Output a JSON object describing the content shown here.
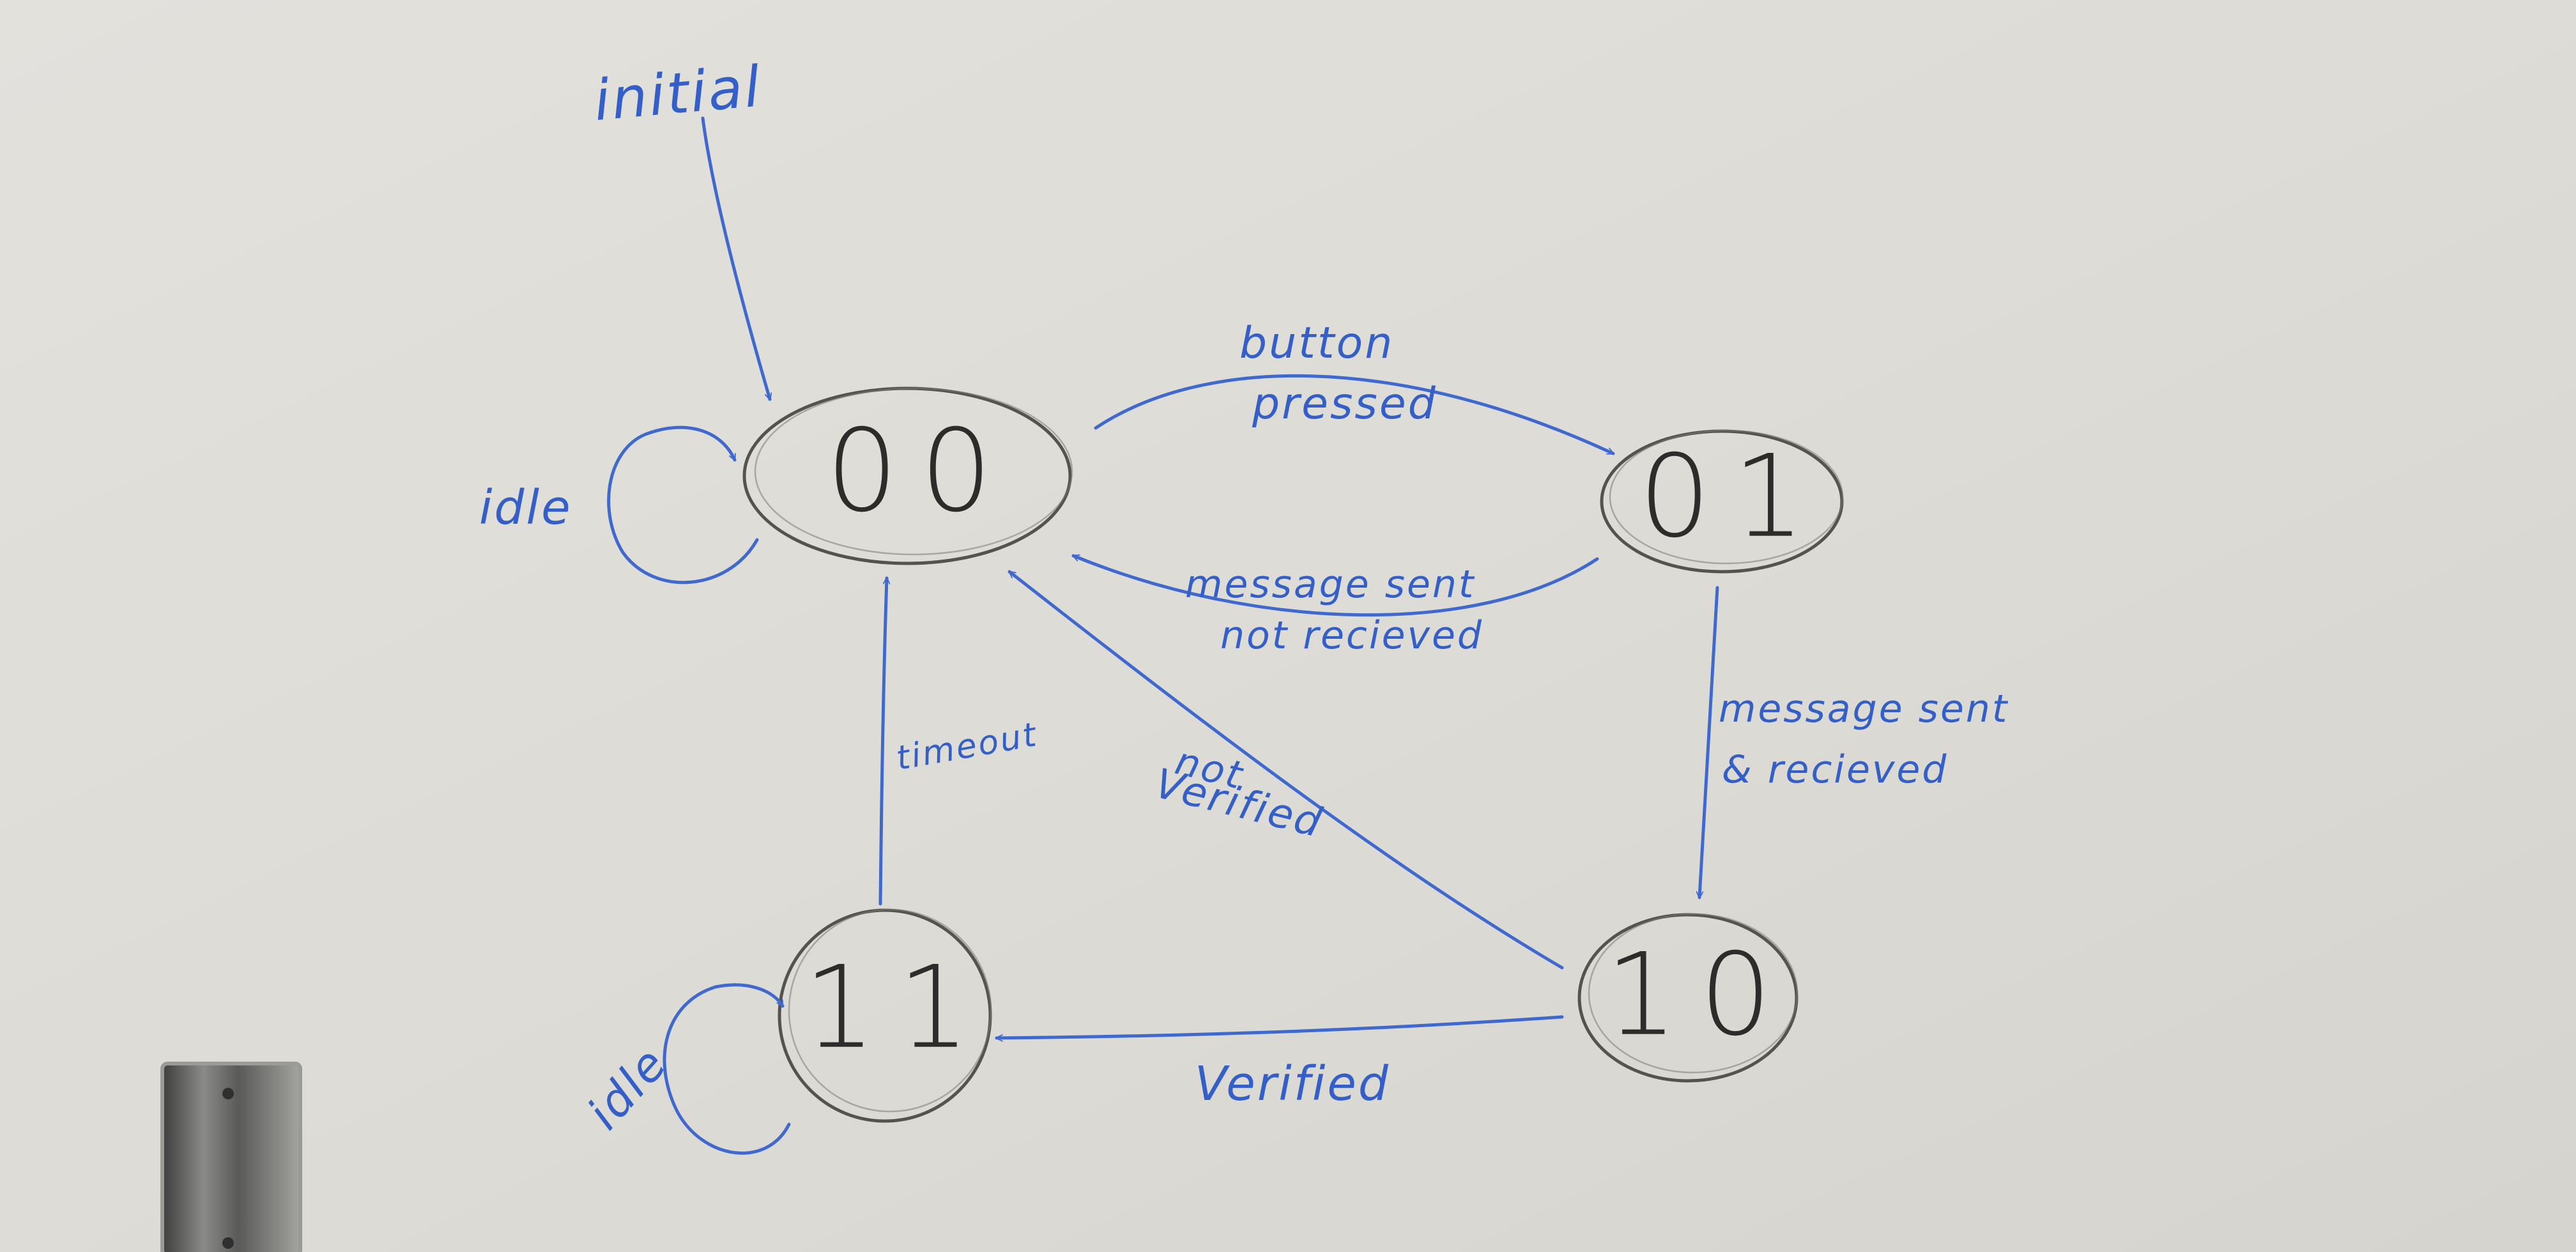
{
  "diagram": {
    "initial_label": "initial",
    "states": {
      "s00": "00",
      "s01": "01",
      "s10": "10",
      "s11": "11"
    },
    "transitions": {
      "idle_00": "idle",
      "button_line1": "button",
      "button_line2": "pressed",
      "msg_not_recv_line1": "message sent",
      "msg_not_recv_line2": "not recieved",
      "msg_recv_line1": "message sent",
      "msg_recv_line2": "& recieved",
      "timeout": "timeout",
      "not_verified_line1": "not",
      "not_verified_line2": "Verified",
      "verified": "Verified",
      "idle_11": "idle"
    }
  },
  "colors": {
    "board": "#dedcd6",
    "marker_blue": "#3f69cf",
    "marker_black": "#2d2c2a"
  }
}
